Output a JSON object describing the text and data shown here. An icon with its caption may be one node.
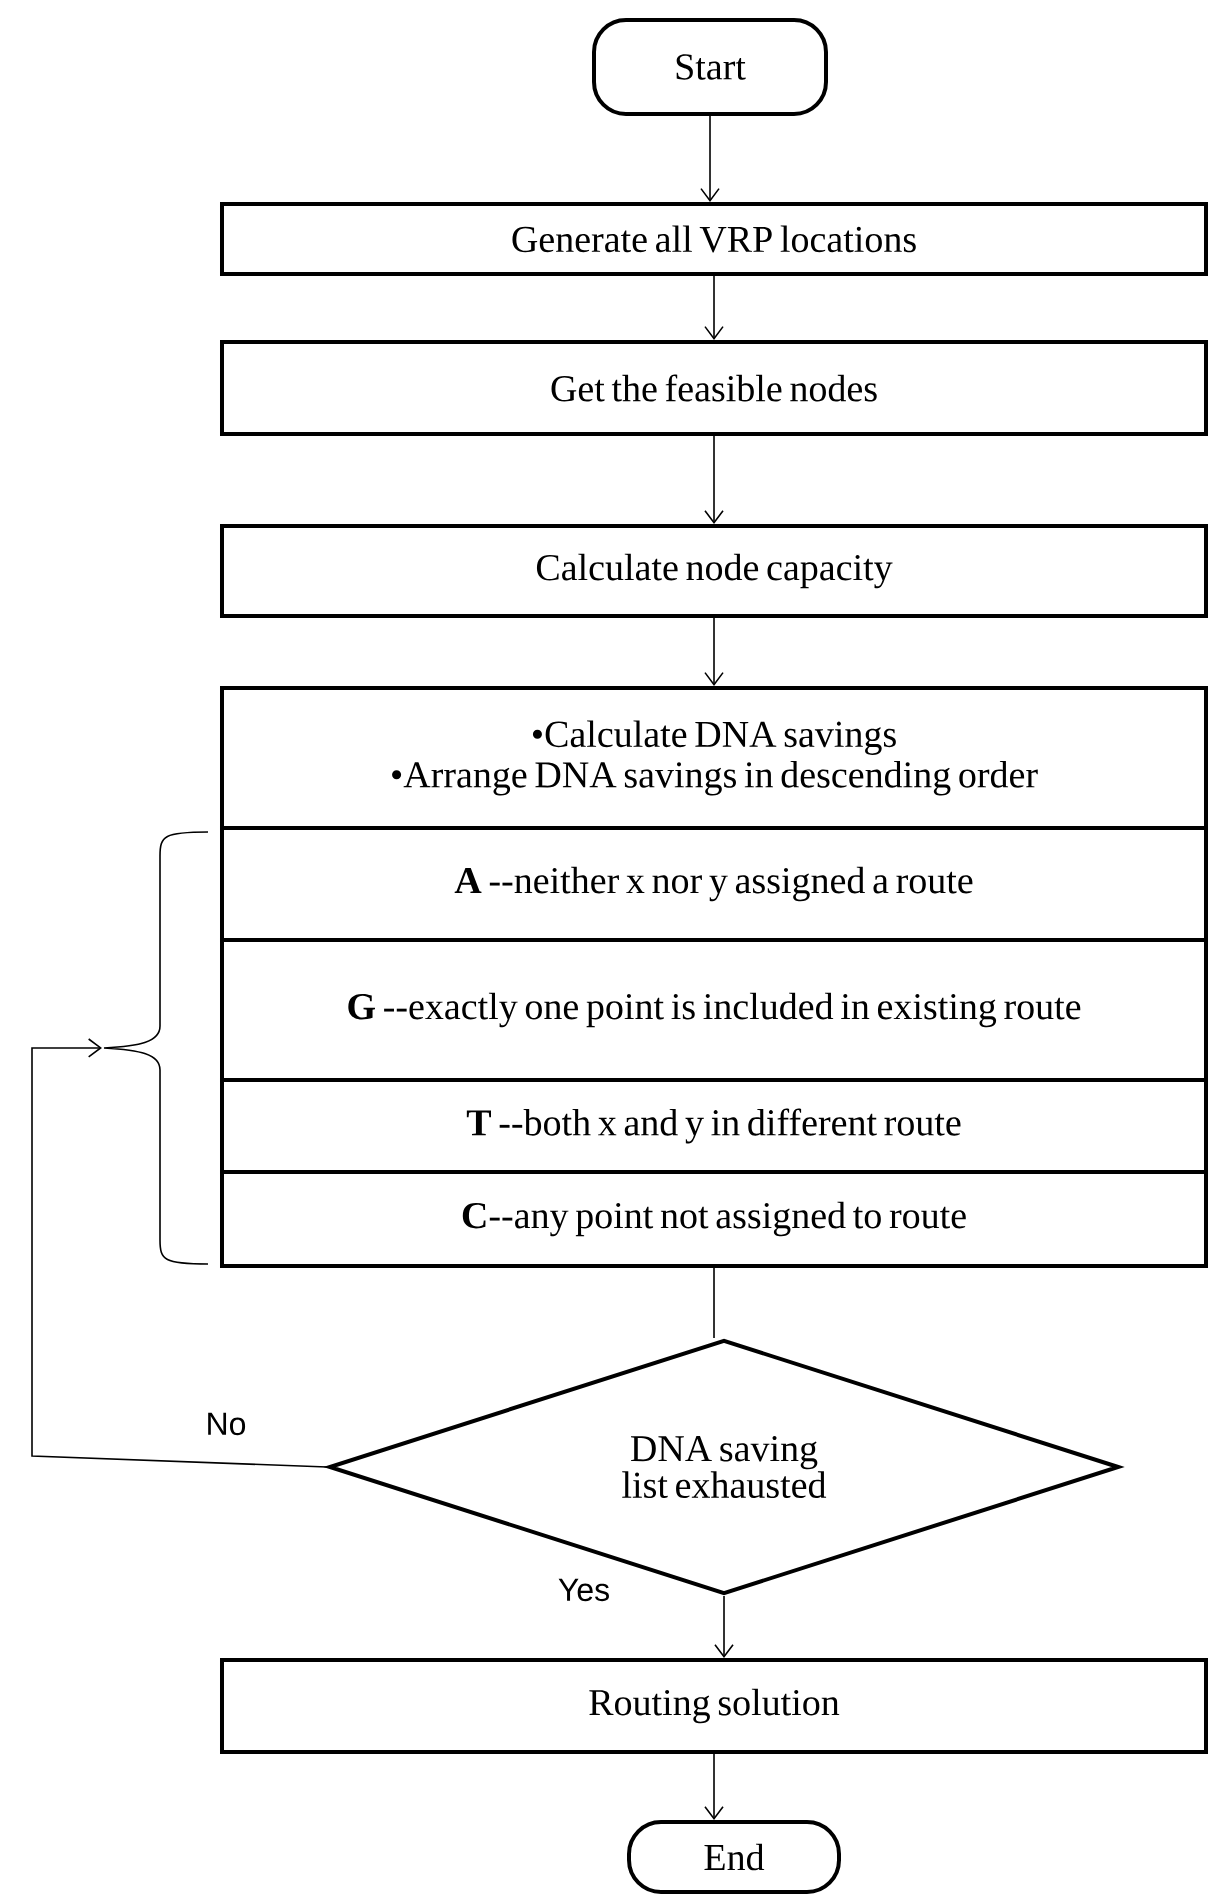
{
  "diagram": {
    "nodes": [
      {
        "text": [
          "Start"
        ]
      },
      {
        "text": [
          "Generate all VRP locations"
        ]
      },
      {
        "text": [
          "Get the feasible nodes"
        ]
      },
      {
        "text": [
          "Calculate node capacity"
        ]
      },
      {
        "text": [
          "•Calculate DNA savings",
          "•Arrange DNA savings in descending order"
        ]
      },
      {
        "text": [
          "**A** --neither x nor y assigned a route"
        ]
      },
      {
        "text": [
          "**G** --exactly one point is included in existing route"
        ]
      },
      {
        "text": [
          "**T** --both x and y in different route"
        ]
      },
      {
        "text": [
          "**C**--any point not assigned to route"
        ]
      },
      {
        "text": [
          "DNA saving list exhausted"
        ]
      },
      {
        "text": [
          "Routing solution"
        ]
      },
      {
        "text": [
          "End"
        ]
      },
      {
        "text": [],
        "shape": "brace"
      }
    ],
    "edges": [
      {
        "from": 0,
        "to": 1,
        "arrow": "to"
      },
      {
        "from": 1,
        "to": 2,
        "arrow": "to"
      },
      {
        "from": 2,
        "to": 3,
        "arrow": "to"
      },
      {
        "from": 3,
        "to": 4,
        "arrow": "to"
      },
      {
        "from": 8,
        "to": 9,
        "arrow": "none"
      },
      {
        "from": 9,
        "to": 12,
        "arrow": "to",
        "label": "No"
      },
      {
        "from": 9,
        "to": 10,
        "arrow": "to",
        "label": "Yes"
      },
      {
        "from": 10,
        "to": 11,
        "arrow": "to"
      }
    ]
  }
}
